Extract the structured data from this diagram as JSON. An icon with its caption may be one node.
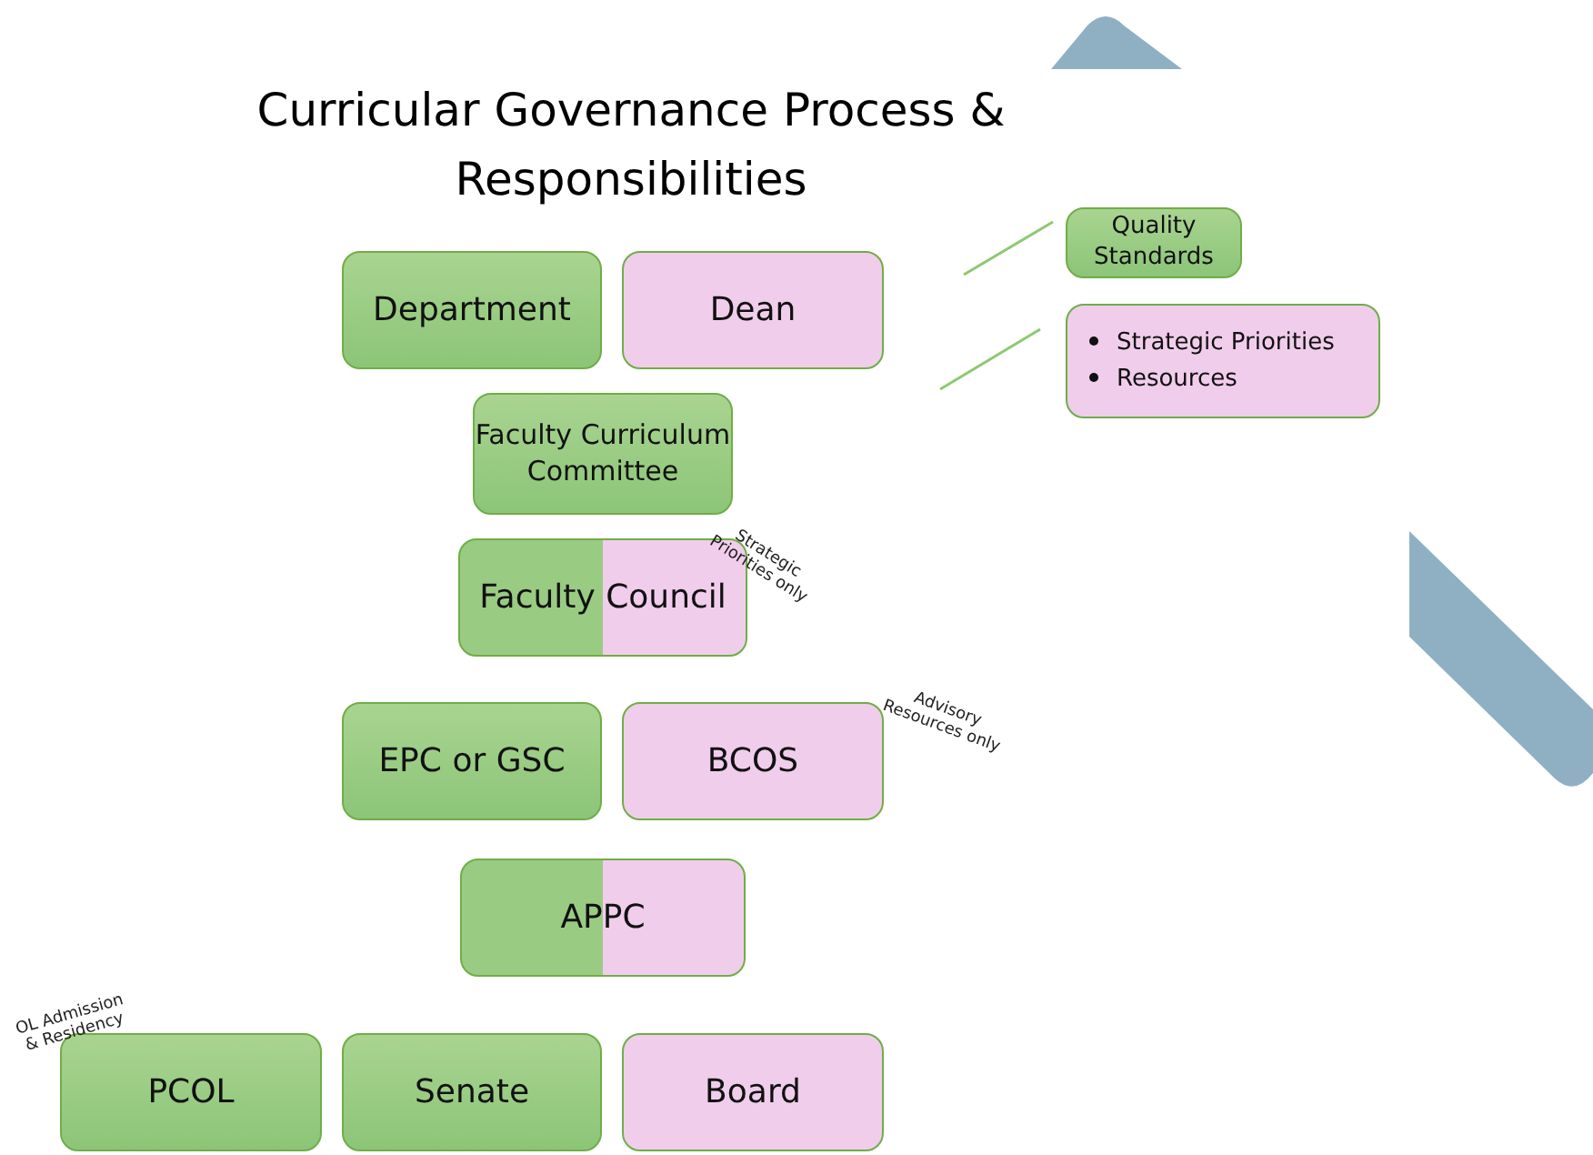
{
  "diagram": {
    "title": "Curricular Governance Process & Responsibilities",
    "nodes": [
      {
        "text": [
          "Department"
        ]
      },
      {
        "text": [
          "Dean"
        ]
      },
      {
        "text": [
          "Faculty Curriculum Committee"
        ]
      },
      {
        "text": [
          "Faculty Council"
        ],
        "beside": [
          "Strategic Priorities only"
        ]
      },
      {
        "text": [
          "EPC or GSC"
        ]
      },
      {
        "text": [
          "BCOS"
        ],
        "beside": [
          "Advisory Resources only"
        ]
      },
      {
        "text": [
          "APPC"
        ]
      },
      {
        "text": [
          "PCOL"
        ],
        "beside": [
          "OL Admission & Residency"
        ]
      },
      {
        "text": [
          "Senate"
        ]
      },
      {
        "text": [
          "Board"
        ]
      },
      {
        "text": [
          "Quality Standards"
        ]
      },
      {
        "text": [
          "Strategic Priorities",
          "Resources"
        ]
      }
    ],
    "edges": [
      {
        "from": 10,
        "to": null,
        "arrow": "none"
      },
      {
        "from": 11,
        "to": null,
        "arrow": "none"
      }
    ]
  }
}
